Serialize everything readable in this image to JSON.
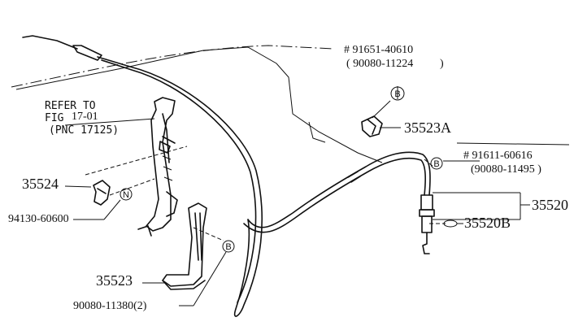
{
  "callouts": {
    "refer_line1": "REFER TO",
    "refer_line2": "FIG",
    "refer_fig": "17-01",
    "refer_pnc": "(PNC 17125)",
    "p35524": "35524",
    "p94130": "94130-60600",
    "p35523": "35523",
    "p90080_11380": "90080-11380(2)",
    "p91651": "# 91651-40610",
    "p90080_11224": "( 90080-11224",
    "p90080_11224_close": ")",
    "p35523A": "35523A",
    "p91611": "# 91611-60616",
    "p90080_11495": "(90080-11495 )",
    "p35520": "35520",
    "p35520B": "35520B"
  },
  "markers": {
    "B": "B",
    "N": "N"
  }
}
